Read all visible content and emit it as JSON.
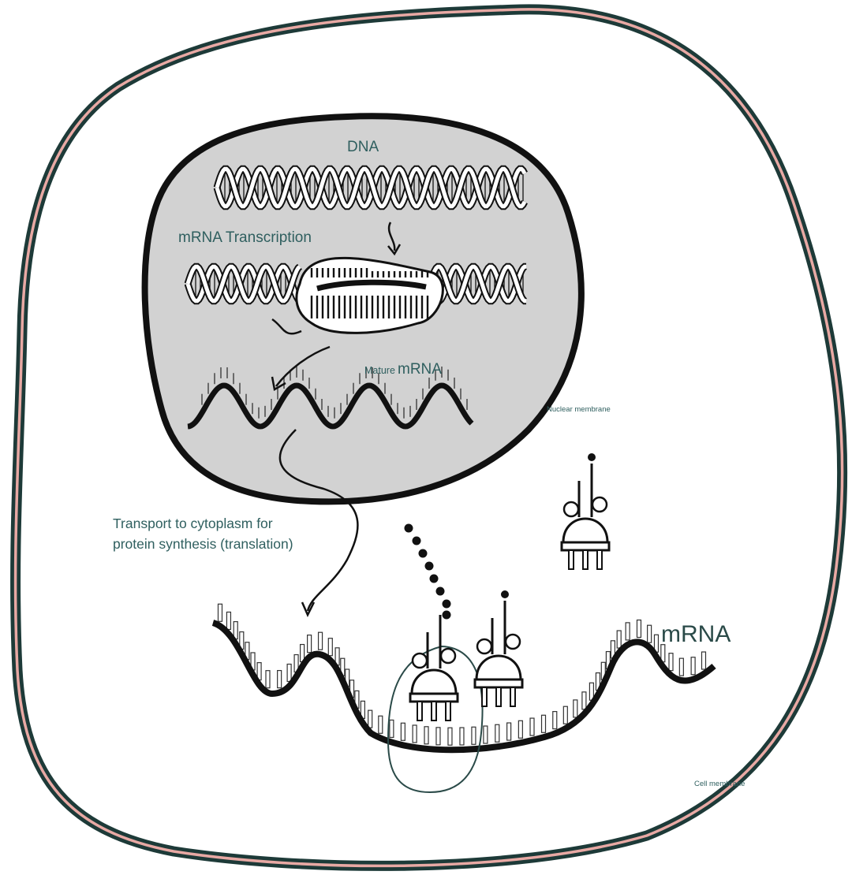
{
  "labels": {
    "dna": "DNA",
    "transcription": "mRNA Transcription",
    "mature_prefix": "Mature",
    "mature_mrna": "mRNA",
    "nuclear_membrane": "Nuclear membrane",
    "transport_line1": "Transport to cytoplasm for",
    "transport_line2": "protein synthesis (translation)",
    "mrna": "mRNA",
    "cell_membrane": "Cell membrane"
  },
  "colors": {
    "membrane": "#1d3a38",
    "membrane_inner": "#e8a9a4",
    "nucleus_fill": "#d2d2d2",
    "label": "#2f5f5f"
  }
}
